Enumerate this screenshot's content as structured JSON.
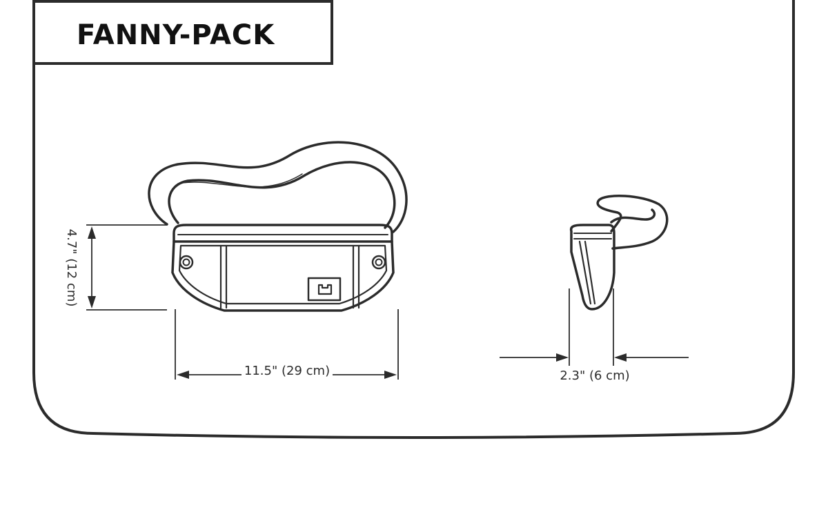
{
  "title": "FANNY-PACK",
  "dimensions": {
    "height": "4.7\" (12 cm)",
    "width": "11.5\" (29 cm)",
    "depth": "2.3\" (6 cm)"
  },
  "colors": {
    "stroke": "#2b2b2b",
    "background": "#ffffff"
  }
}
